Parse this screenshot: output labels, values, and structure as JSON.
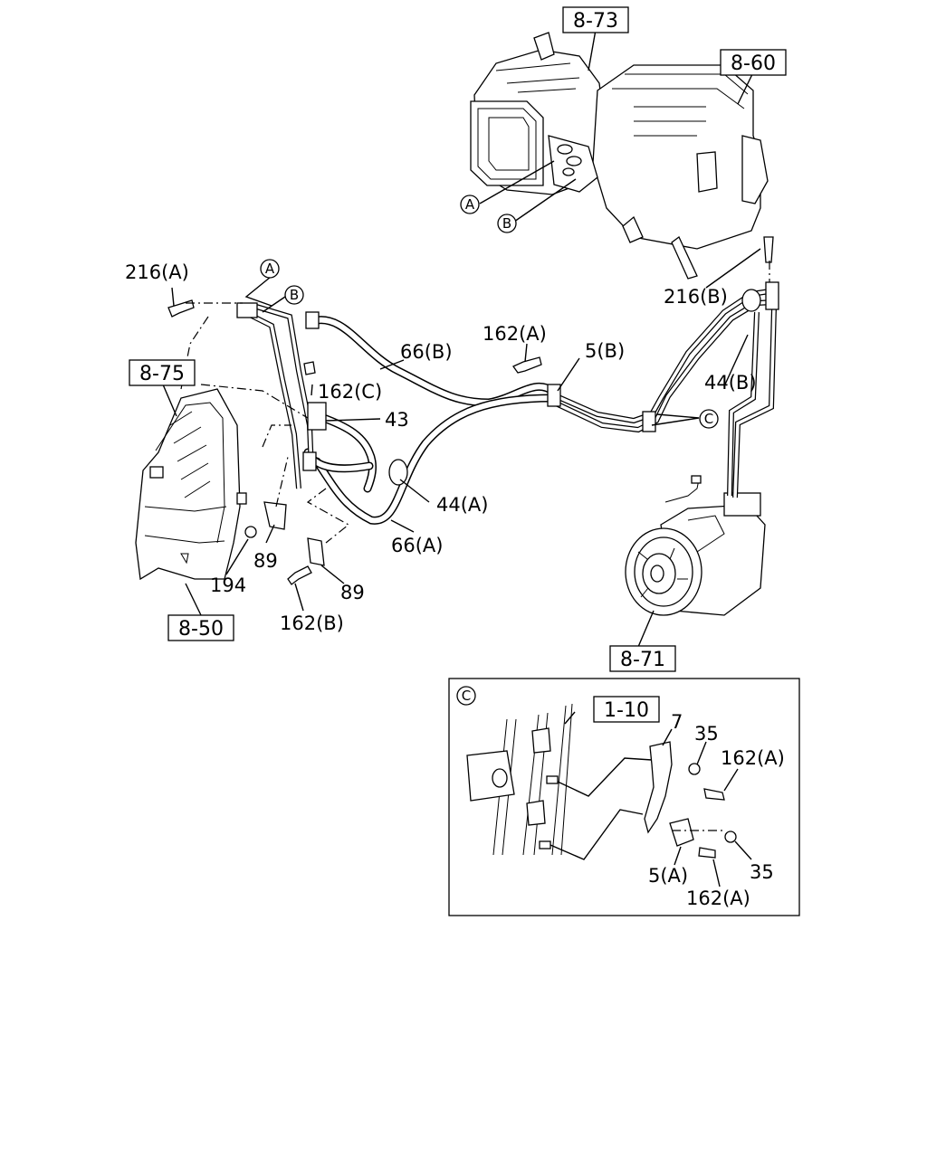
{
  "diagram": {
    "reference_boxes": {
      "r_8_73": "8-73",
      "r_8_60": "8-60",
      "r_8_75": "8-75",
      "r_8_50": "8-50",
      "r_8_71": "8-71",
      "r_1_10": "1-10"
    },
    "circle_marks": {
      "a_unit": "A",
      "b_unit": "B",
      "a_pipe": "A",
      "b_pipe": "B",
      "c_main": "C",
      "c_detail": "C"
    },
    "part_labels": {
      "p216a": "216(A)",
      "p216b": "216(B)",
      "p162a": "162(A)",
      "p162c": "162(C)",
      "p162b": "162(B)",
      "p5b": "5(B)",
      "p66b": "66(B)",
      "p66a": "66(A)",
      "p44b": "44(B)",
      "p44a": "44(A)",
      "p43": "43",
      "p89a": "89",
      "p89b": "89",
      "p194": "194",
      "d7": "7",
      "d35a": "35",
      "d162a1": "162(A)",
      "d35b": "35",
      "d5a": "5(A)",
      "d162a2": "162(A)"
    }
  }
}
